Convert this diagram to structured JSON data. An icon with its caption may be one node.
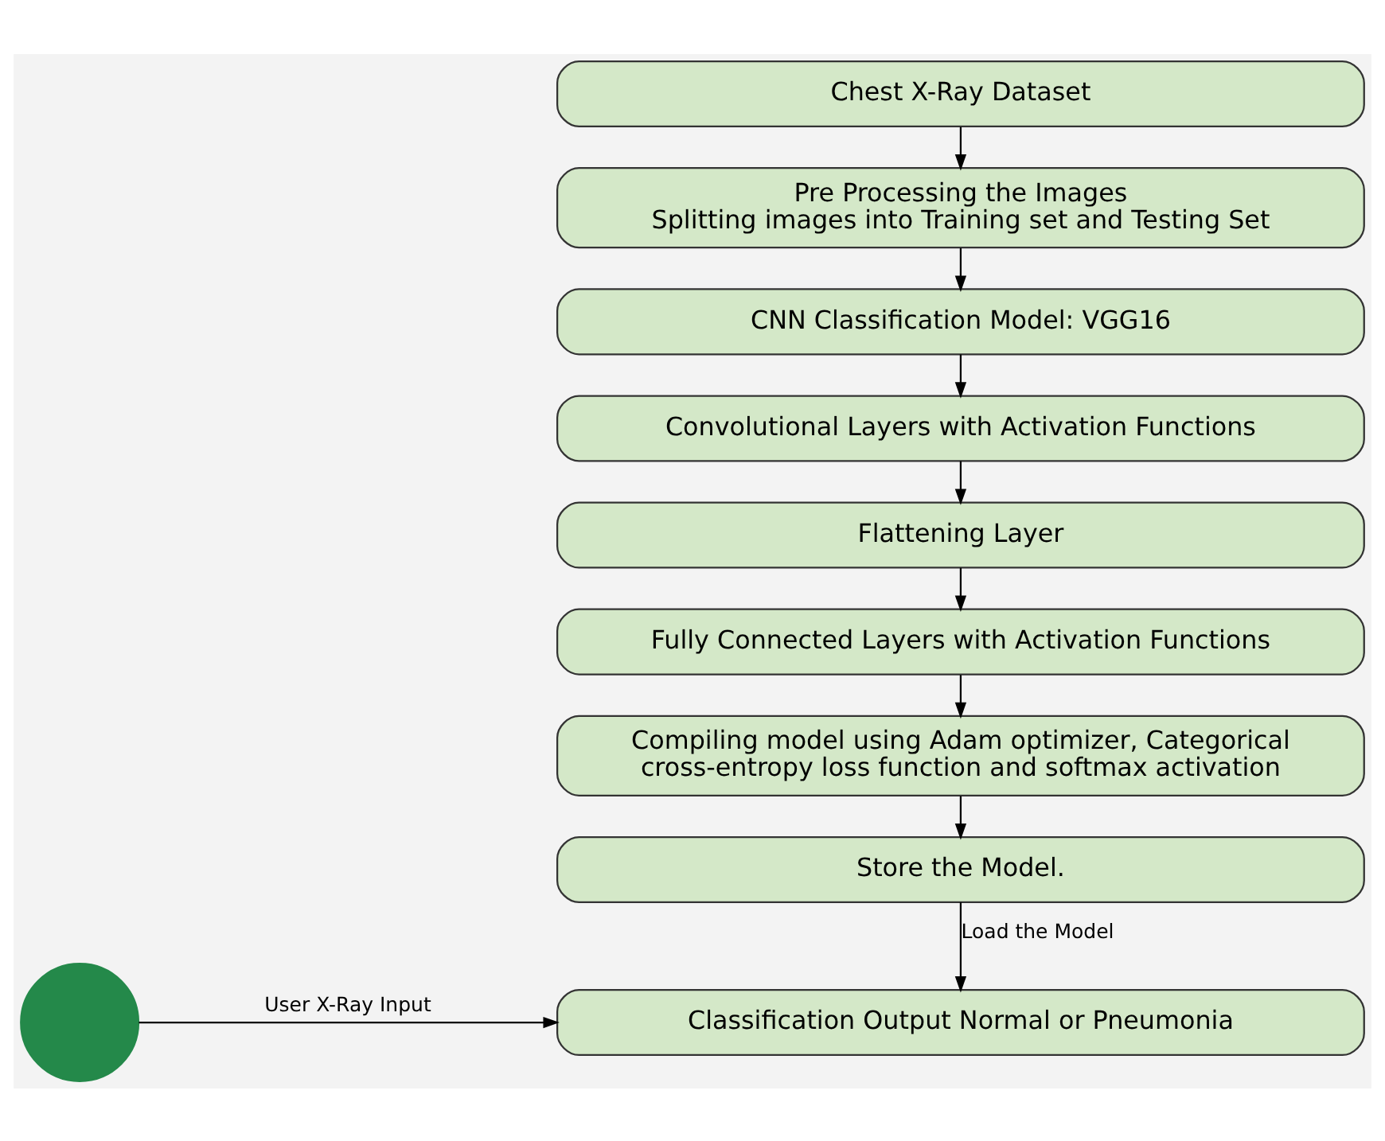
{
  "diagram": {
    "nodes": [
      {
        "text": [
          "Chest X-Ray Dataset"
        ]
      },
      {
        "text": [
          "Pre Processing the Images",
          "Splitting images into Training set and Testing Set"
        ]
      },
      {
        "text": [
          "CNN Classification Model: VGG16"
        ]
      },
      {
        "text": [
          "Convolutional Layers with Activation Functions"
        ]
      },
      {
        "text": [
          "Flattening Layer"
        ]
      },
      {
        "text": [
          "Fully Connected Layers with Activation Functions"
        ]
      },
      {
        "text": [
          "Compiling model using Adam optimizer, Categorical cross-entropy loss function and softmax activation"
        ]
      },
      {
        "text": [
          "Store the Model."
        ]
      },
      {
        "text": [],
        "shape": "person"
      },
      {
        "text": [
          "Classification Output Normal or Pneumonia"
        ]
      }
    ],
    "edges": [
      {
        "from": 0,
        "to": 1,
        "arrow": "to"
      },
      {
        "from": 1,
        "to": 2,
        "arrow": "to"
      },
      {
        "from": 2,
        "to": 3,
        "arrow": "to"
      },
      {
        "from": 3,
        "to": 4,
        "arrow": "to"
      },
      {
        "from": 4,
        "to": 5,
        "arrow": "to"
      },
      {
        "from": 5,
        "to": 6,
        "arrow": "to"
      },
      {
        "from": 6,
        "to": 7,
        "arrow": "to"
      },
      {
        "from": 7,
        "to": 9,
        "arrow": "to",
        "label": "Load the Model"
      },
      {
        "from": 8,
        "to": 9,
        "arrow": "to",
        "label": "User X-Ray Input"
      }
    ]
  }
}
